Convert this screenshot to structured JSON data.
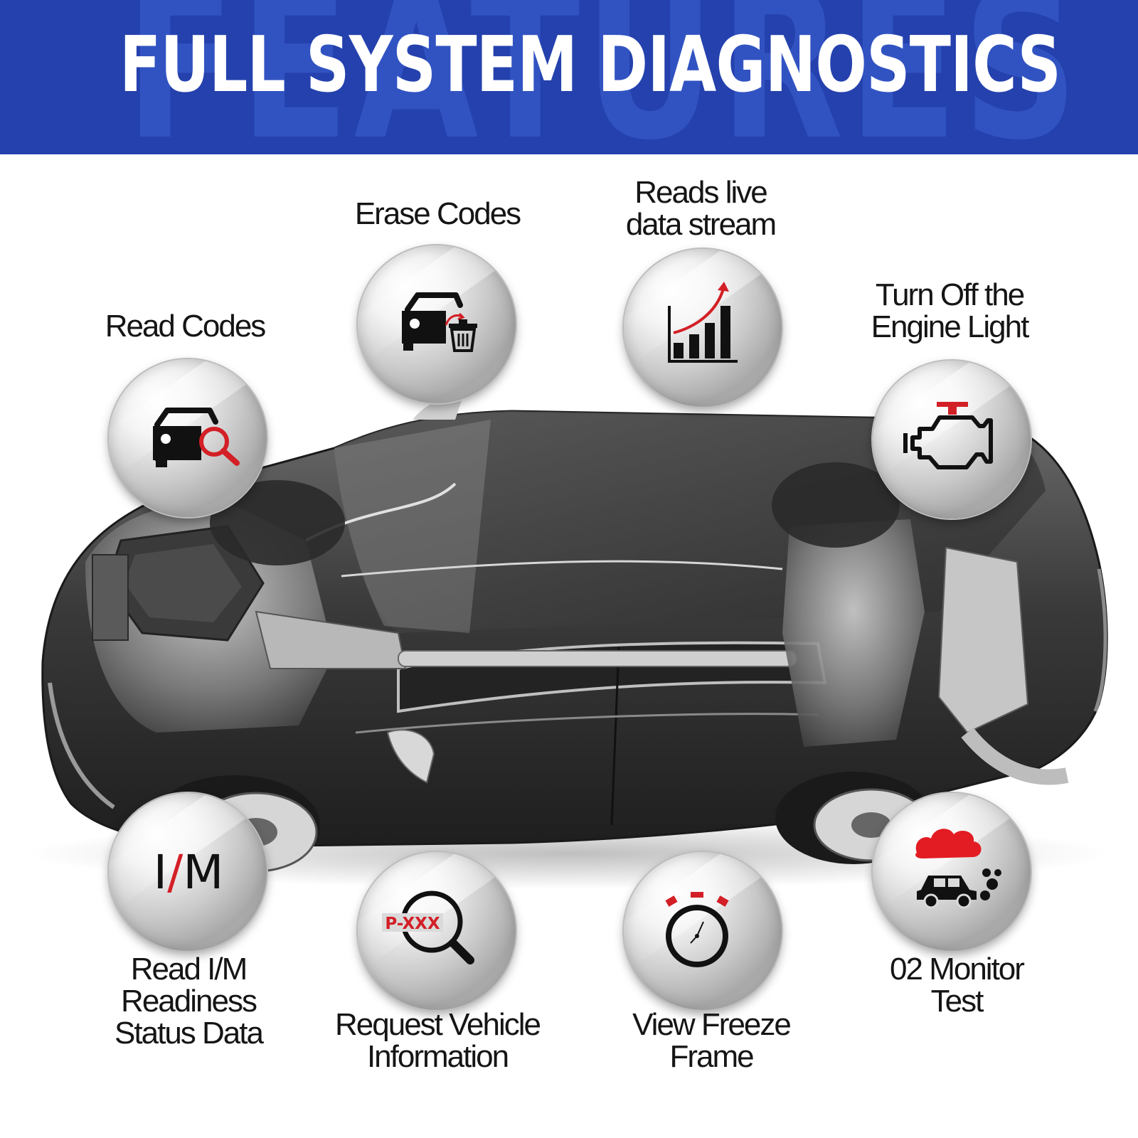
{
  "banner": {
    "title": "FULL SYSTEM DIAGNOSTICS",
    "watermark": "FEATURES",
    "background_color": "#2441ad"
  },
  "features": {
    "read_codes": {
      "label": "Read Codes",
      "icon": "car-magnifier-icon"
    },
    "erase_codes": {
      "label": "Erase Codes",
      "icon": "car-trash-icon"
    },
    "live_data": {
      "label": "Reads live\ndata stream",
      "icon": "bar-chart-trend-icon"
    },
    "engine_light": {
      "label": "Turn Off the\nEngine Light",
      "icon": "check-engine-icon"
    },
    "im_readiness": {
      "label": "Read I/M\nReadiness\nStatus Data",
      "icon": "im-text-icon",
      "icon_text_left": "I",
      "icon_text_slash": "/",
      "icon_text_right": "M"
    },
    "vehicle_info": {
      "label": "Request Vehicle\nInformation",
      "icon": "code-magnifier-icon",
      "icon_text": "P-XXX"
    },
    "freeze_frame": {
      "label": "View Freeze\nFrame",
      "icon": "stopwatch-icon"
    },
    "o2_monitor": {
      "label": "02 Monitor\nTest",
      "icon": "exhaust-cloud-car-icon"
    }
  },
  "colors": {
    "accent_red": "#d31f26",
    "icon_black": "#111111",
    "text": "#151515"
  }
}
